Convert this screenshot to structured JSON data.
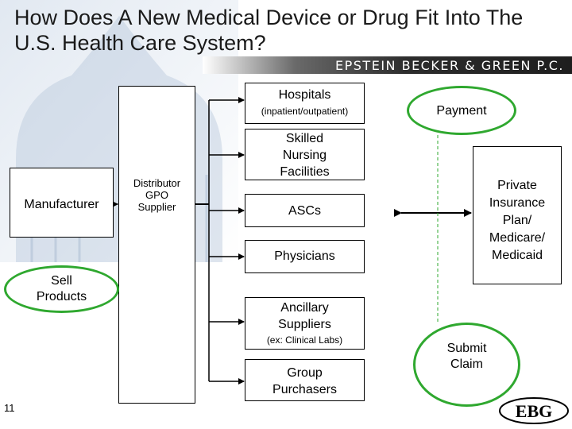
{
  "slide": {
    "title": "How Does A New Medical Device or Drug Fit Into The U.S. Health Care System?",
    "firm_name": "EPSTEIN BECKER & GREEN P.C.",
    "page_number": "11",
    "logo_text": "EBG"
  },
  "nodes": {
    "manufacturer": "Manufacturer",
    "distributor": [
      "Distributor",
      "GPO",
      "Supplier"
    ],
    "hospitals": "Hospitals",
    "hospitals_sub": "(inpatient/outpatient)",
    "snf": [
      "Skilled",
      "Nursing",
      "Facilities"
    ],
    "ascs": "ASCs",
    "physicians": "Physicians",
    "ancillary": [
      "Ancillary",
      "Suppliers"
    ],
    "ancillary_sub": "(ex: Clinical Labs)",
    "group": [
      "Group",
      "Purchasers"
    ],
    "private": [
      "Private",
      "Insurance",
      "Plan/",
      "Medicare/",
      "Medicaid"
    ]
  },
  "callouts": {
    "payment": "Payment",
    "sell": [
      "Sell",
      "Products"
    ],
    "submit": [
      "Submit",
      "Claim"
    ]
  },
  "colors": {
    "oval_border": "#2fa82f",
    "dashed_line": "#2fa82f"
  }
}
